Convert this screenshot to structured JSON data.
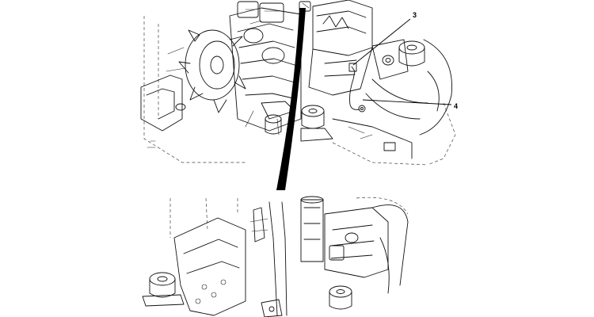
{
  "callouts": [
    {
      "id": "3",
      "label": "3"
    },
    {
      "id": "4",
      "label": "4"
    }
  ],
  "colors": {
    "line": "#111111",
    "background": "#ffffff"
  }
}
